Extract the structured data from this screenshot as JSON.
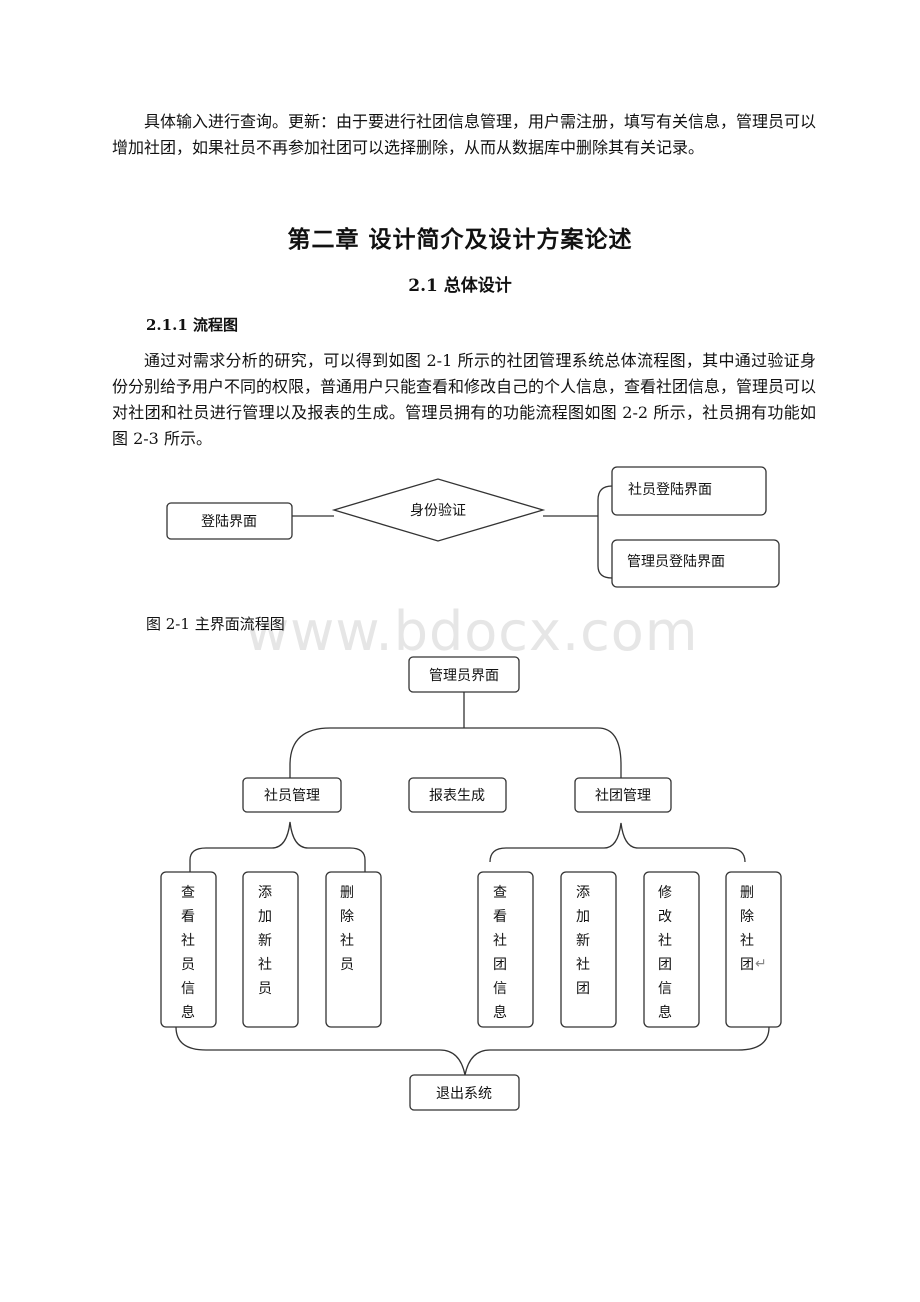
{
  "document": {
    "intro_paragraph": "具体输入进行查询。更新：由于要进行社团信息管理，用户需注册，填写有关信息，管理员可以增加社团，如果社员不再参加社团可以选择删除，从而从数据库中删除其有关记录。",
    "chapter_title": "第二章 设计简介及设计方案论述",
    "section_title": "2.1 总体设计",
    "subsection_title": "2.1.1 流程图",
    "body_paragraph": "通过对需求分析的研究，可以得到如图 2-1 所示的社团管理系统总体流程图，其中通过验证身份分别给予用户不同的权限，普通用户只能查看和修改自己的个人信息，查看社团信息，管理员可以对社团和社员进行管理以及报表的生成。管理员拥有的功能流程图如图 2-2 所示，社员拥有功能如图 2-3 所示。",
    "figure_caption": "图 2-1 主界面流程图",
    "watermark": "www.bdocx.com"
  },
  "diagram1": {
    "login": "登陆界面",
    "verify": "身份验证",
    "member_login": "社员登陆界面",
    "admin_login": "管理员登陆界面"
  },
  "diagram2": {
    "admin": "管理员界面",
    "member_mgmt": "社员管理",
    "report": "报表生成",
    "club_mgmt": "社团管理",
    "exit": "退出系统",
    "leaf_chars": {
      "view_member": [
        "查",
        "看",
        "社",
        "员",
        "信",
        "息"
      ],
      "add_member": [
        "添",
        "加",
        "新",
        "社",
        "员"
      ],
      "delete_member": [
        "删",
        "除",
        "社",
        "员"
      ],
      "view_club": [
        "查",
        "看",
        "社",
        "团",
        "信",
        "息"
      ],
      "add_club": [
        "添",
        "加",
        "新",
        "社",
        "团"
      ],
      "edit_club": [
        "修",
        "改",
        "社",
        "团",
        "信",
        "息"
      ],
      "delete_club": [
        "删",
        "除",
        "社",
        "团"
      ]
    },
    "paragraph_mark": "↵"
  }
}
